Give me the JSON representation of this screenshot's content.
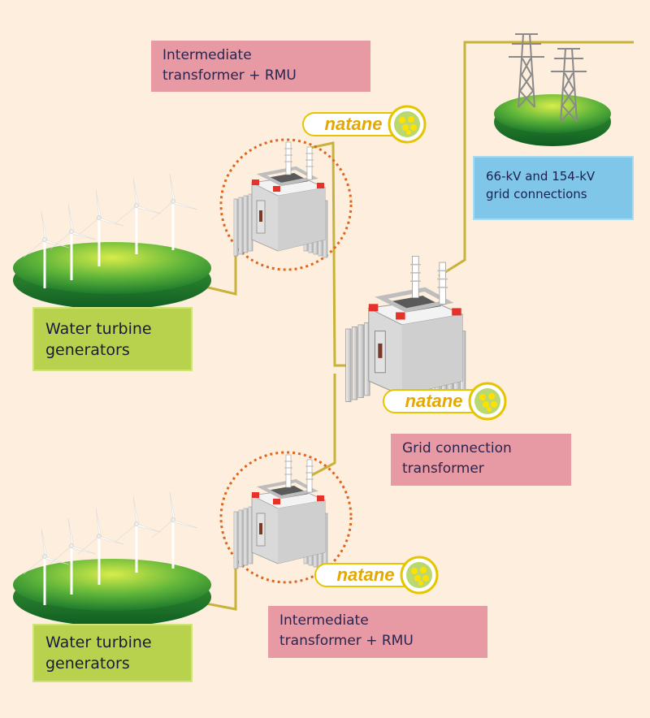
{
  "labels": {
    "intermediate_top": "Intermediate\ntransformer + RMU",
    "grid_connections": "66-kV and 154-kV\ngrid connections",
    "water_top": "Water turbine\ngenerators",
    "grid_transformer": "Grid connection\ntransformer",
    "water_bottom": "Water turbine\ngenerators",
    "intermediate_bottom": "Intermediate\ntransformer + RMU"
  },
  "logos": {
    "top": "natane",
    "middle": "natane",
    "bottom": "natane"
  },
  "colors": {
    "background": "#fdeedd",
    "label_pink": "#e79aa4",
    "label_blue": "#7fc6e8",
    "label_green": "#b8d24d",
    "wire": "#c9b23a",
    "dashed_circle": "#e0661e",
    "logo_text": "#e5a800"
  }
}
